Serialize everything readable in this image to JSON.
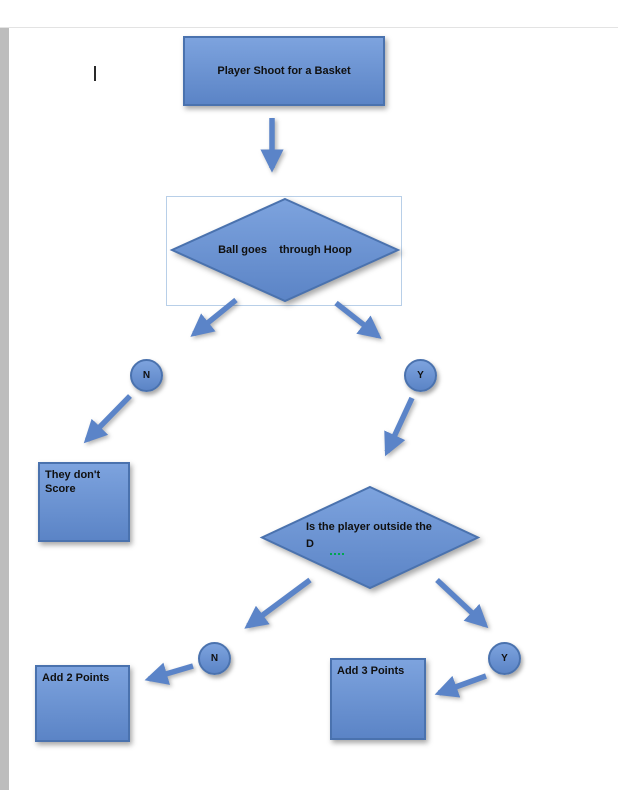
{
  "colors": {
    "shape_fill_top": "#7da3de",
    "shape_fill_bottom": "#5b84c6",
    "shape_border": "#4a72ae",
    "arrow_color": "#5b84c8",
    "text_color": "#101010",
    "selection_border": "#b8cfe8",
    "spellcheck_green": "#00a651",
    "page_margin_gray": "#bdbdbd"
  },
  "nodes": {
    "start": {
      "label": "Player Shoot for a Basket"
    },
    "hoop": {
      "label": "Ball goes    through Hoop"
    },
    "n1": {
      "label": "N"
    },
    "y1": {
      "label": "Y"
    },
    "noscore": {
      "label": "They don't Score"
    },
    "outside": {
      "label": "Is the player outside the D"
    },
    "n2": {
      "label": "N"
    },
    "y2": {
      "label": "Y"
    },
    "add2": {
      "label": "Add 2 Points"
    },
    "add3": {
      "label": "Add 3 Points"
    }
  }
}
